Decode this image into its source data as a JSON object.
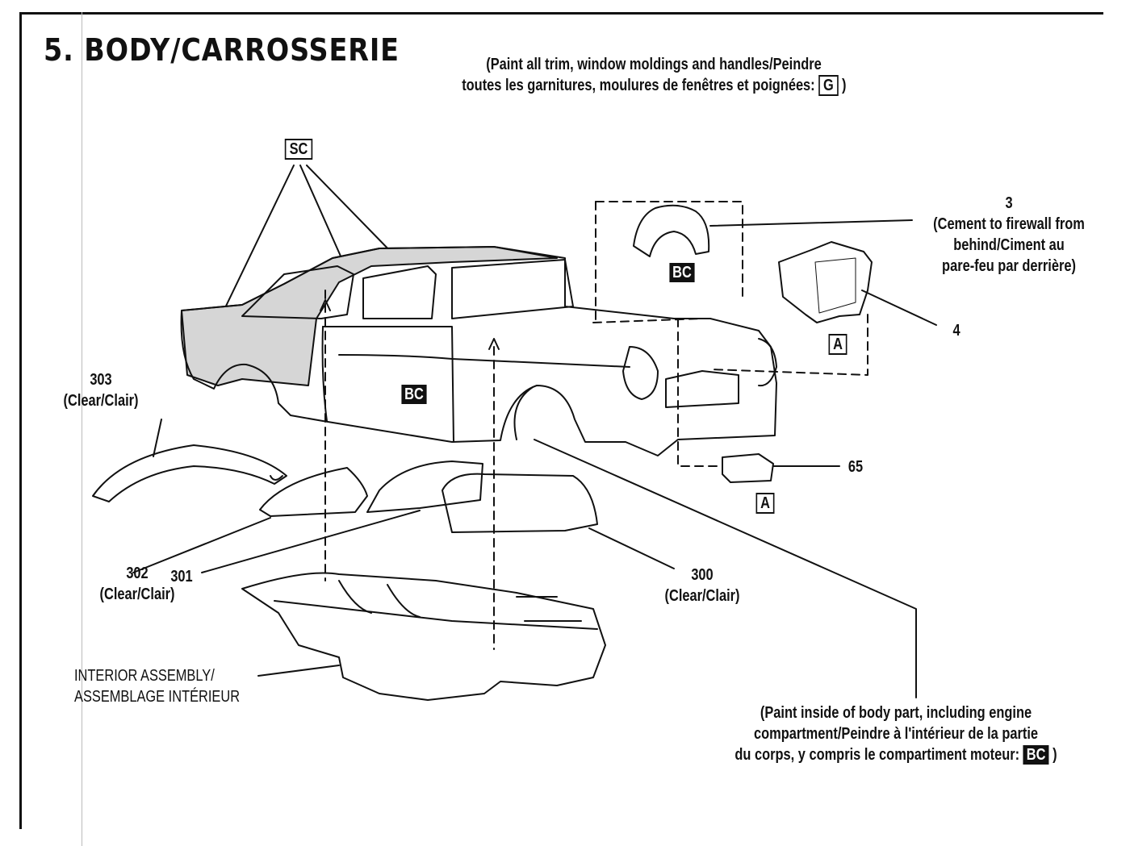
{
  "section_title": "5. BODY/CARROSSERIE",
  "note_trim": {
    "line1": "(Paint all trim, window moldings and handles/Peindre",
    "line2": "toutes les garnitures, moulures de fenêtres et poignées:",
    "code": "G",
    "close": ")"
  },
  "labels": {
    "sc": "SC",
    "bc_roof": "BC",
    "bc_body": "BC",
    "a_grille": "A",
    "a_part65": "A"
  },
  "part3": {
    "number": "3",
    "line1": "(Cement to firewall from",
    "line2": "behind/Ciment au",
    "line3": "pare-feu par derrière)"
  },
  "part4": {
    "number": "4"
  },
  "part65": {
    "number": "65"
  },
  "part303": {
    "number": "303",
    "note": "(Clear/Clair)"
  },
  "part302": {
    "number": "302",
    "note": "(Clear/Clair)"
  },
  "part301": {
    "number": "301"
  },
  "part300": {
    "number": "300",
    "note": "(Clear/Clair)"
  },
  "interior": {
    "line1": "INTERIOR ASSEMBLY/",
    "line2": "ASSEMBLAGE INTÉRIEUR"
  },
  "note_inside": {
    "line1": "(Paint inside of body part, including engine",
    "line2": "compartment/Peindre à l'intérieur de la partie",
    "line3": "du corps, y compris le compartiment moteur:",
    "code": "BC",
    "close": ")"
  }
}
